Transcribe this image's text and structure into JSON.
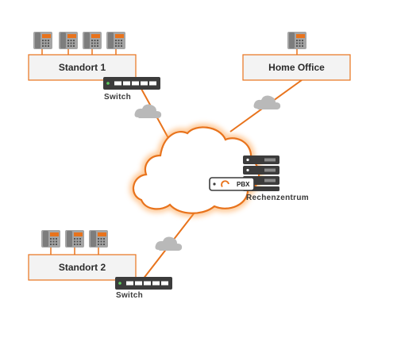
{
  "colors": {
    "accent": "#e8731c",
    "box_fill": "#f3f3f3",
    "text": "#2b2b2b",
    "device_dark": "#3c3c3c",
    "small_cloud": "#b9b9b9"
  },
  "sites": {
    "standort1": {
      "label": "Standort 1",
      "phone_count": 4
    },
    "home_office": {
      "label": "Home Office",
      "phone_count": 1
    },
    "standort2": {
      "label": "Standort 2",
      "phone_count": 3
    }
  },
  "switches": {
    "switch1": {
      "label": "Switch"
    },
    "switch2": {
      "label": "Switch"
    }
  },
  "datacenter": {
    "label": "Rechenzentrum",
    "pbx_label": "PBX"
  },
  "icons": [
    "desk-phone-icon",
    "switch-icon",
    "cloud-icon",
    "server-rack-icon",
    "pbx-icon"
  ]
}
